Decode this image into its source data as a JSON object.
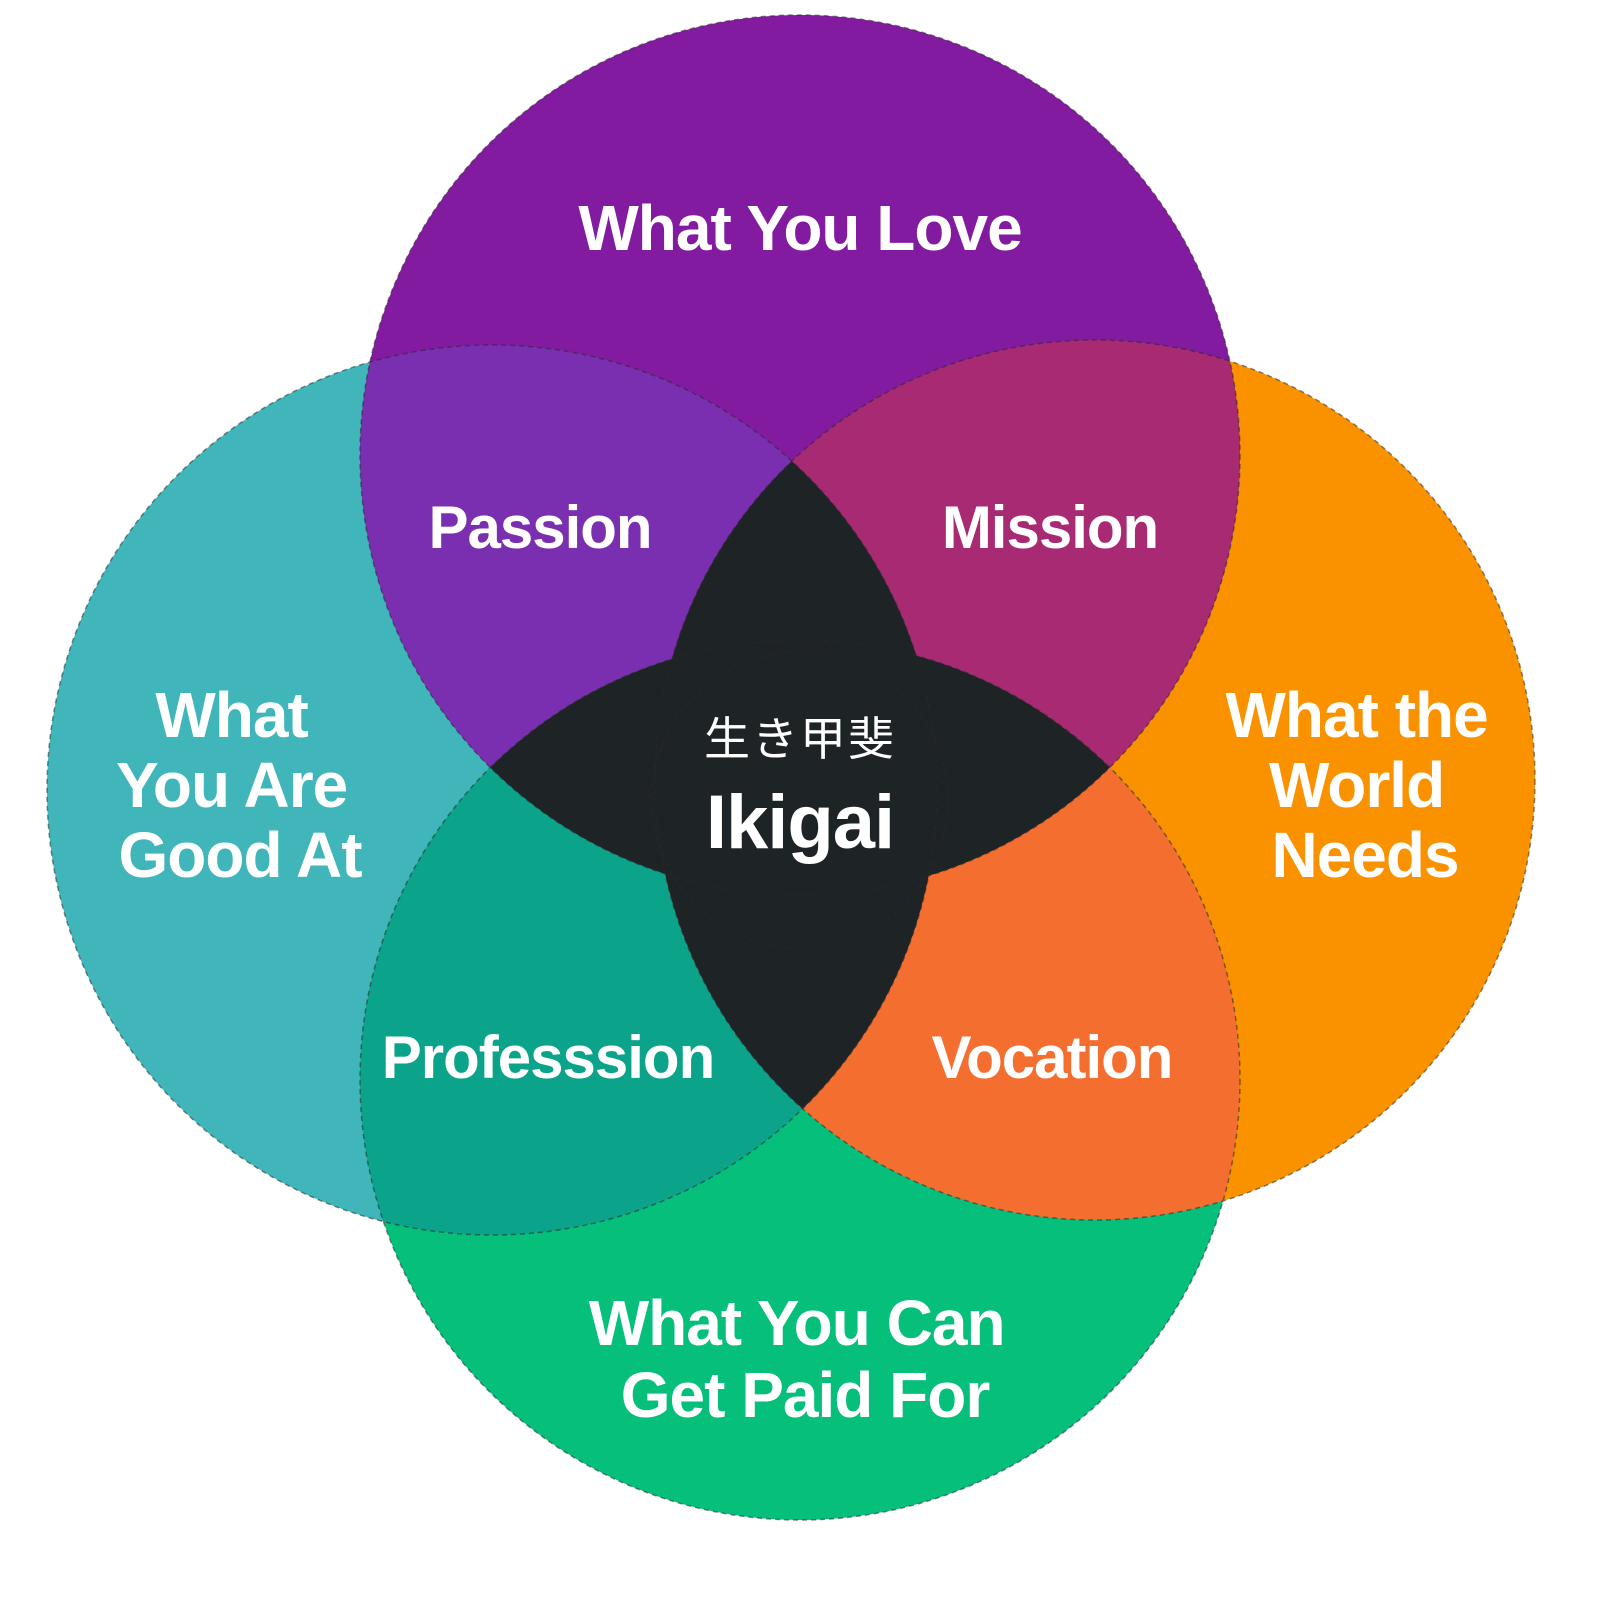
{
  "circles": {
    "top": {
      "label": "What You Love",
      "color": "#821b9f"
    },
    "left": {
      "label": "What You Are Good At",
      "lines": [
        "What",
        "You Are",
        "Good At"
      ],
      "color": "#40b5ba"
    },
    "right": {
      "label": "What the World Needs",
      "lines": [
        "What the",
        "World",
        "Needs"
      ],
      "color": "#fa9200"
    },
    "bottom": {
      "label": "What You Can Get Paid For",
      "lines": [
        "What You Can",
        "Get Paid For"
      ],
      "color": "#05bf7a"
    }
  },
  "overlaps": {
    "passion": {
      "label": "Passion",
      "color": "#7a2fb1"
    },
    "mission": {
      "label": "Mission",
      "color": "#a82a73"
    },
    "profession": {
      "label": "Professsion",
      "color": "#0ba389"
    },
    "vocation": {
      "label": "Vocation",
      "color": "#f46e2f"
    }
  },
  "center": {
    "kanji": "生き甲斐",
    "label": "Ikigai",
    "color": "#1e2326"
  }
}
